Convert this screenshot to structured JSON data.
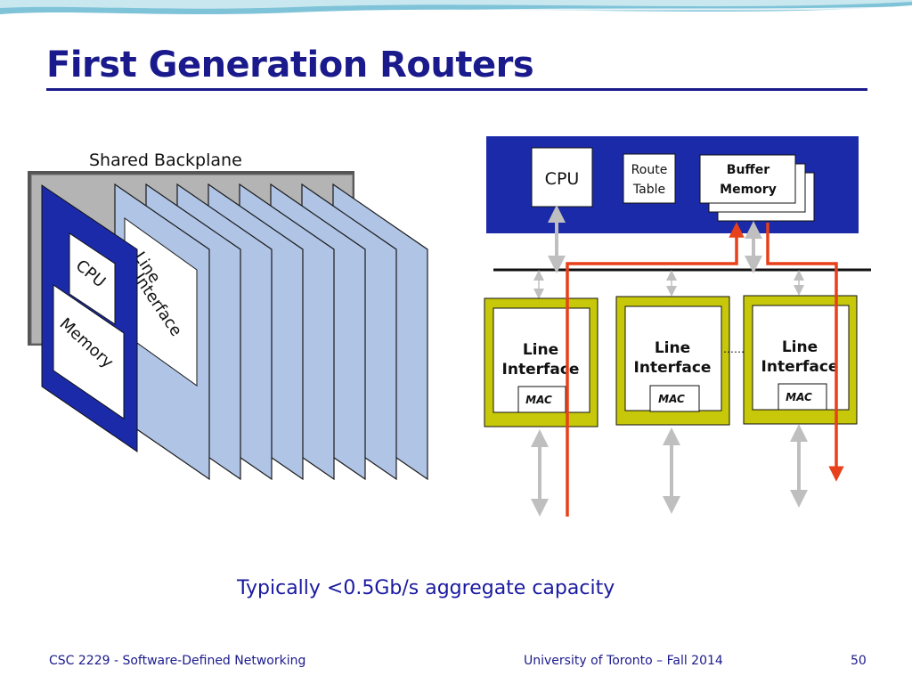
{
  "slide": {
    "title": "First Generation Routers",
    "caption": "Typically <0.5Gb/s aggregate capacity"
  },
  "left_diagram": {
    "backplane_label": "Shared Backplane",
    "cpu_label": "CPU",
    "memory_label": "Memory",
    "line_card_label_line1": "Line",
    "line_card_label_line2": "Interface"
  },
  "right_diagram": {
    "cpu_label": "CPU",
    "route_table_label_line1": "Route",
    "route_table_label_line2": "Table",
    "buffer_memory_label_line1": "Buffer",
    "buffer_memory_label_line2": "Memory",
    "line_interfaces": [
      {
        "line1": "Line",
        "line2": "Interface",
        "mac": "MAC"
      },
      {
        "line1": "Line",
        "line2": "Interface",
        "mac": "MAC"
      },
      {
        "line1": "Line",
        "line2": "Interface",
        "mac": "MAC"
      }
    ],
    "ellipsis": "……"
  },
  "footer": {
    "course": "CSC 2229 - Software-Defined Networking",
    "institution": "University of Toronto – Fall 2014",
    "page": "50"
  },
  "colors": {
    "title": "#1a1a8c",
    "bus_blue": "#1a2aa8",
    "card_fill": "#b0c4e6",
    "olive": "#c8c80a",
    "packet_path": "#e8401a",
    "arrow_gray": "#bfbfbf"
  }
}
